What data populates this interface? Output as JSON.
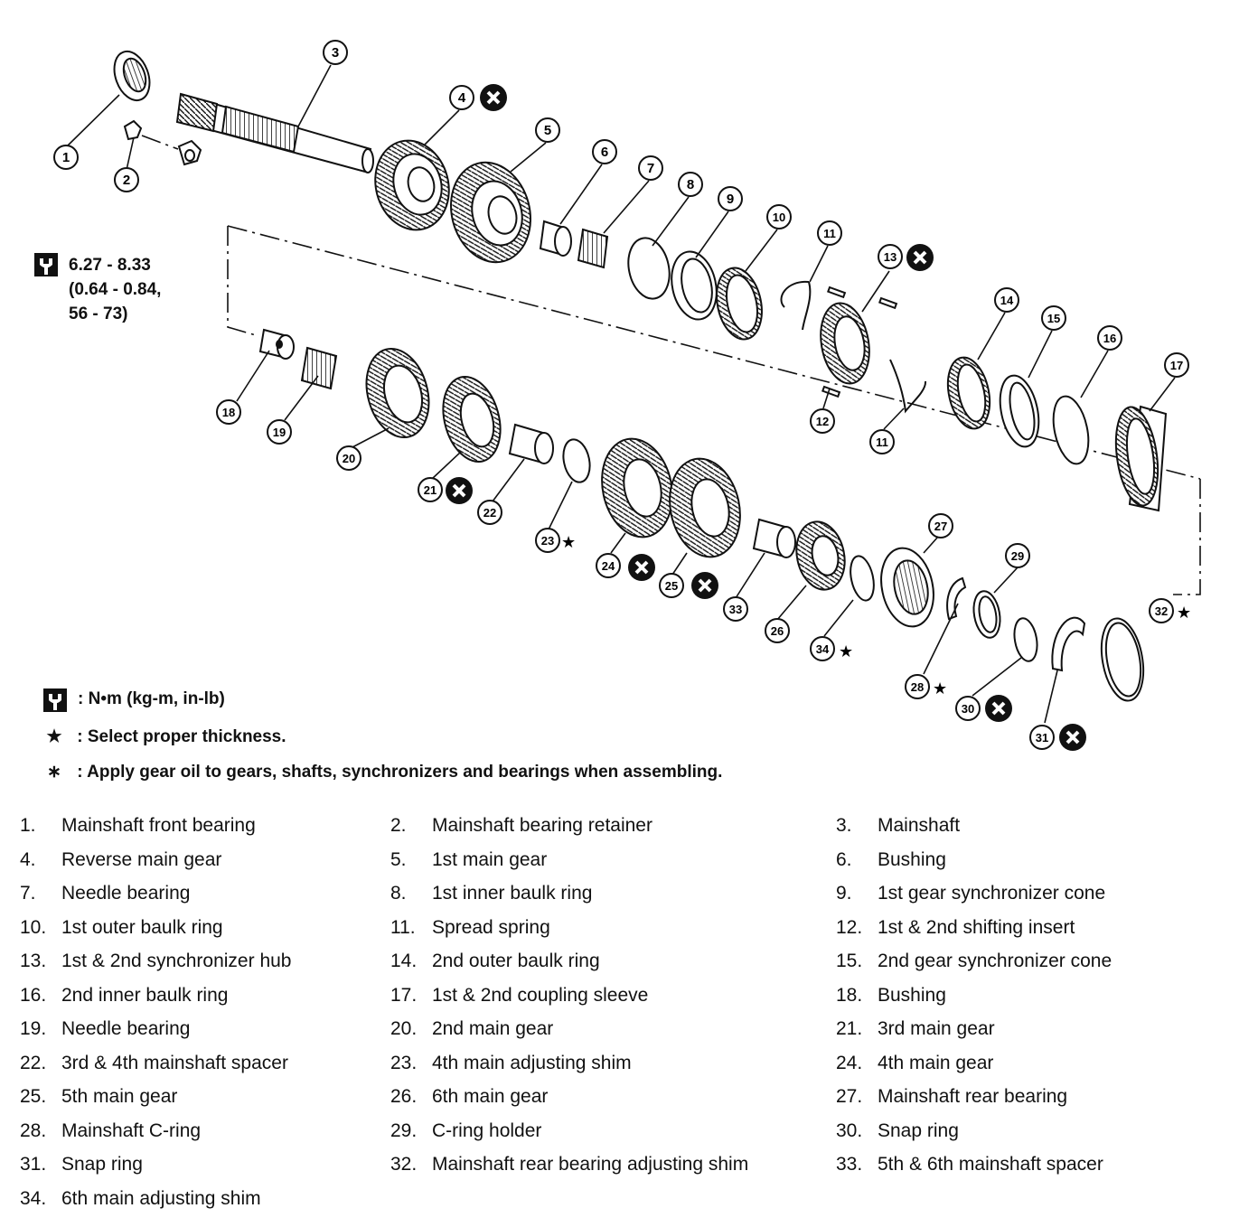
{
  "torque_spec": {
    "line1": "6.27 - 8.33",
    "line2": "(0.64 - 0.84,",
    "line3": "56 - 73)"
  },
  "legend": [
    {
      "symbol": "torque-wrench-icon",
      "text": ": N•m (kg-m, in-lb)"
    },
    {
      "symbol": "★",
      "text": ": Select proper thickness."
    },
    {
      "symbol": "∗",
      "text": ": Apply gear oil to gears, shafts, synchronizers and bearings when assembling."
    }
  ],
  "callouts": [
    "1",
    "2",
    "3",
    "4",
    "5",
    "6",
    "7",
    "8",
    "9",
    "10",
    "11",
    "11",
    "12",
    "13",
    "14",
    "15",
    "16",
    "17",
    "18",
    "19",
    "20",
    "21",
    "22",
    "23",
    "24",
    "25",
    "26",
    "27",
    "28",
    "29",
    "30",
    "31",
    "32",
    "33",
    "34"
  ],
  "parts": [
    {
      "num": "1.",
      "name": "Mainshaft front bearing"
    },
    {
      "num": "2.",
      "name": "Mainshaft bearing retainer"
    },
    {
      "num": "3.",
      "name": "Mainshaft"
    },
    {
      "num": "4.",
      "name": "Reverse main gear"
    },
    {
      "num": "5.",
      "name": "1st main gear"
    },
    {
      "num": "6.",
      "name": "Bushing"
    },
    {
      "num": "7.",
      "name": "Needle bearing"
    },
    {
      "num": "8.",
      "name": "1st inner baulk ring"
    },
    {
      "num": "9.",
      "name": "1st gear synchronizer cone"
    },
    {
      "num": "10.",
      "name": "1st outer baulk ring"
    },
    {
      "num": "11.",
      "name": "Spread spring"
    },
    {
      "num": "12.",
      "name": "1st & 2nd shifting insert"
    },
    {
      "num": "13.",
      "name": "1st & 2nd synchronizer hub"
    },
    {
      "num": "14.",
      "name": "2nd outer baulk ring"
    },
    {
      "num": "15.",
      "name": "2nd gear synchronizer cone"
    },
    {
      "num": "16.",
      "name": "2nd inner baulk ring"
    },
    {
      "num": "17.",
      "name": "1st & 2nd coupling sleeve"
    },
    {
      "num": "18.",
      "name": "Bushing"
    },
    {
      "num": "19.",
      "name": "Needle bearing"
    },
    {
      "num": "20.",
      "name": "2nd main gear"
    },
    {
      "num": "21.",
      "name": "3rd main gear"
    },
    {
      "num": "22.",
      "name": "3rd & 4th mainshaft spacer"
    },
    {
      "num": "23.",
      "name": "4th main adjusting shim"
    },
    {
      "num": "24.",
      "name": "4th main gear"
    },
    {
      "num": "25.",
      "name": "5th main gear"
    },
    {
      "num": "26.",
      "name": "6th main gear"
    },
    {
      "num": "27.",
      "name": "Mainshaft rear bearing"
    },
    {
      "num": "28.",
      "name": "Mainshaft C-ring"
    },
    {
      "num": "29.",
      "name": "C-ring holder"
    },
    {
      "num": "30.",
      "name": "Snap ring"
    },
    {
      "num": "31.",
      "name": "Snap ring"
    },
    {
      "num": "32.",
      "name": "Mainshaft rear bearing adjusting shim"
    },
    {
      "num": "33.",
      "name": "5th & 6th mainshaft spacer"
    },
    {
      "num": "34.",
      "name": "6th main adjusting shim"
    }
  ]
}
